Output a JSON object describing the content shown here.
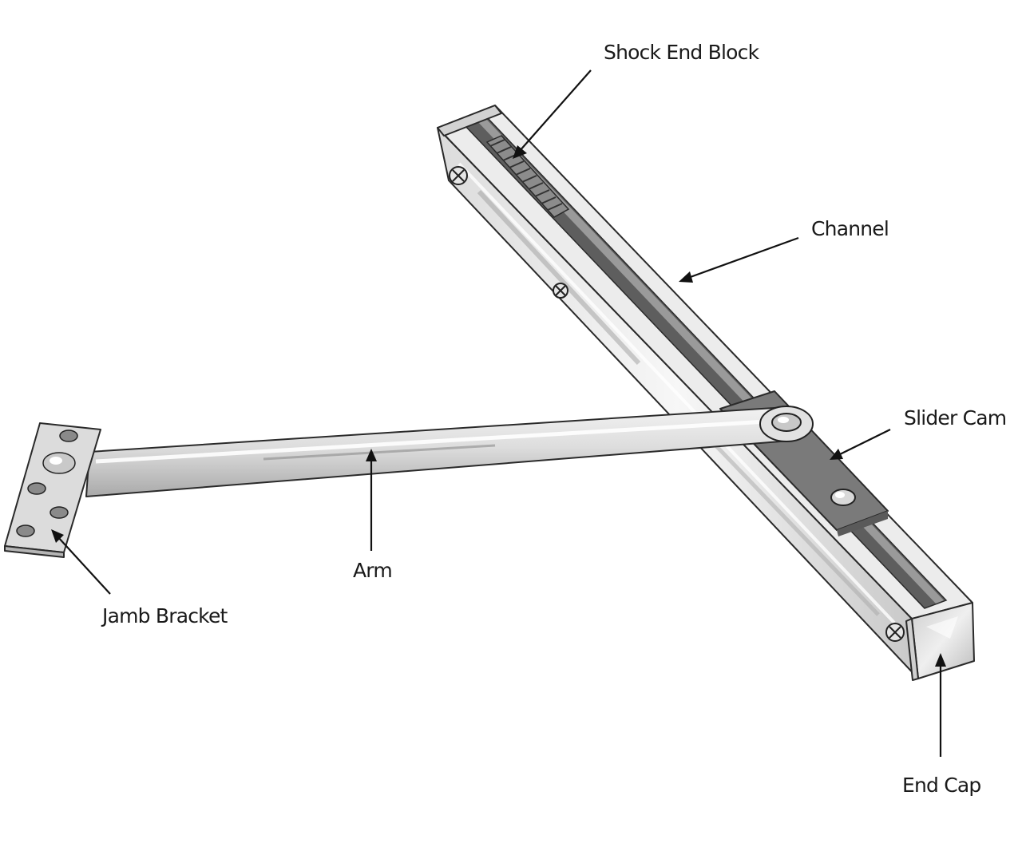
{
  "labels": {
    "shock_end_block": "Shock End Block",
    "channel": "Channel",
    "slider_cam": "Slider Cam",
    "arm": "Arm",
    "jamb_bracket": "Jamb Bracket",
    "end_cap": "End Cap"
  }
}
